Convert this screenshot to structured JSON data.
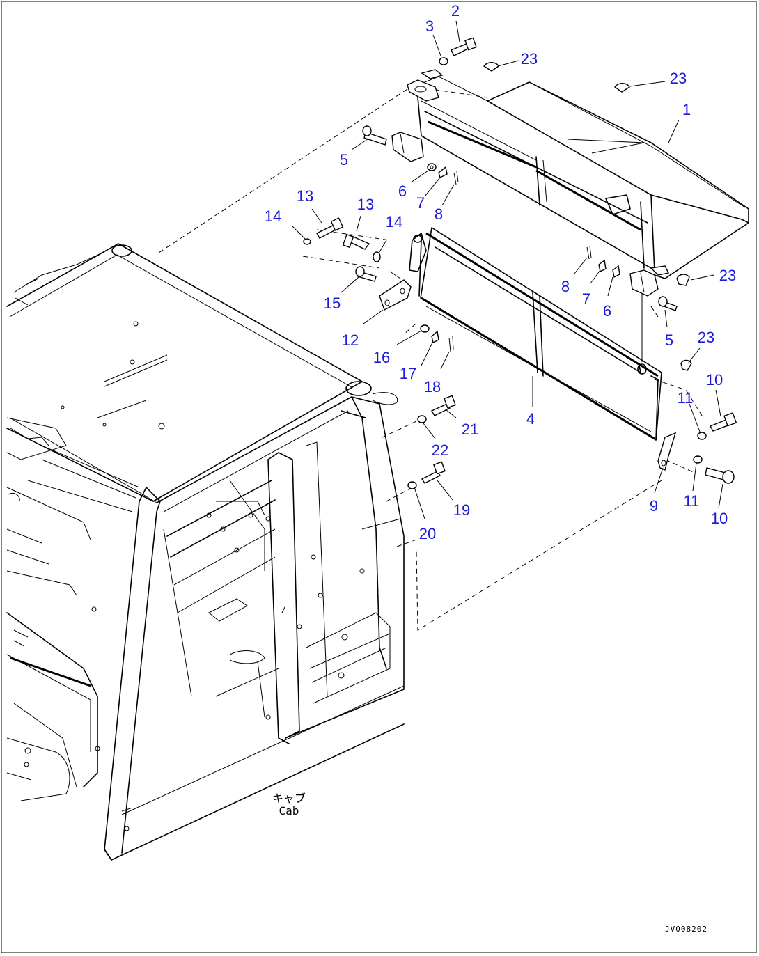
{
  "drawing": {
    "caption_jp": "キャブ",
    "caption_en": "Cab",
    "reference_code": "JV008202"
  },
  "callouts": [
    "1",
    "2",
    "3",
    "4",
    "5",
    "5",
    "6",
    "6",
    "7",
    "7",
    "8",
    "8",
    "9",
    "10",
    "10",
    "11",
    "11",
    "12",
    "13",
    "13",
    "14",
    "14",
    "15",
    "16",
    "17",
    "18",
    "19",
    "20",
    "21",
    "22",
    "23",
    "23",
    "23",
    "23"
  ]
}
